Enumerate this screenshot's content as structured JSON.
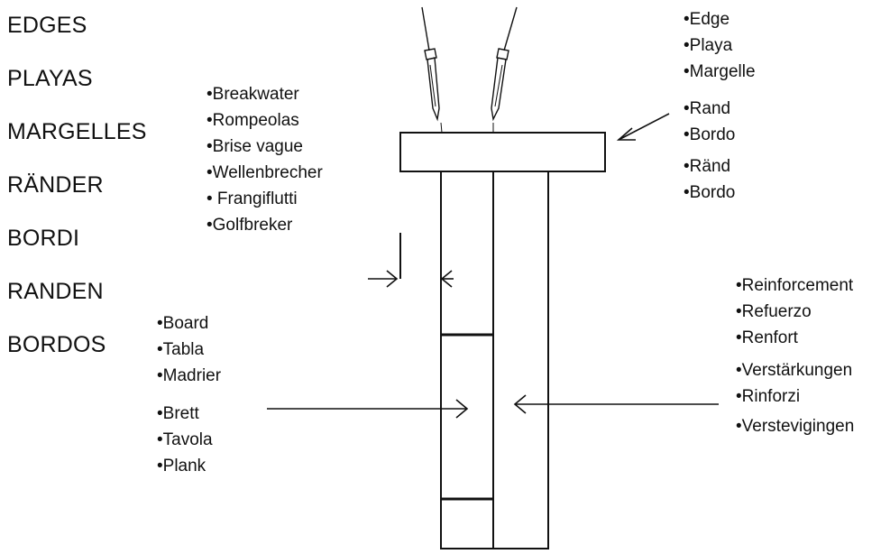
{
  "title_words": [
    "EDGES",
    "PLAYAS",
    "MARGELLES",
    "RÄNDER",
    "BORDI",
    "RANDEN",
    "BORDOS"
  ],
  "groups": {
    "breakwater": [
      "•Breakwater",
      "•Rompeolas",
      "•Brise vague",
      "•Wellenbrecher",
      "• Frangiflutti",
      "•Golfbreker"
    ],
    "edge": [
      "•Edge",
      "•Playa",
      "•Margelle",
      "•Rand",
      "•Bordo",
      "•Ränd",
      "•Bordo"
    ],
    "board": [
      "•Board",
      "•Tabla",
      "•Madrier",
      "•Brett",
      "•Tavola",
      "•Plank"
    ],
    "reinforcement": [
      "•Reinforcement",
      "•Refuerzo",
      "•Renfort",
      "•Verstärkungen",
      "•Rinforzi",
      "•Verstevigingen"
    ]
  },
  "colors": {
    "ink": "#111111",
    "background": "#ffffff"
  }
}
